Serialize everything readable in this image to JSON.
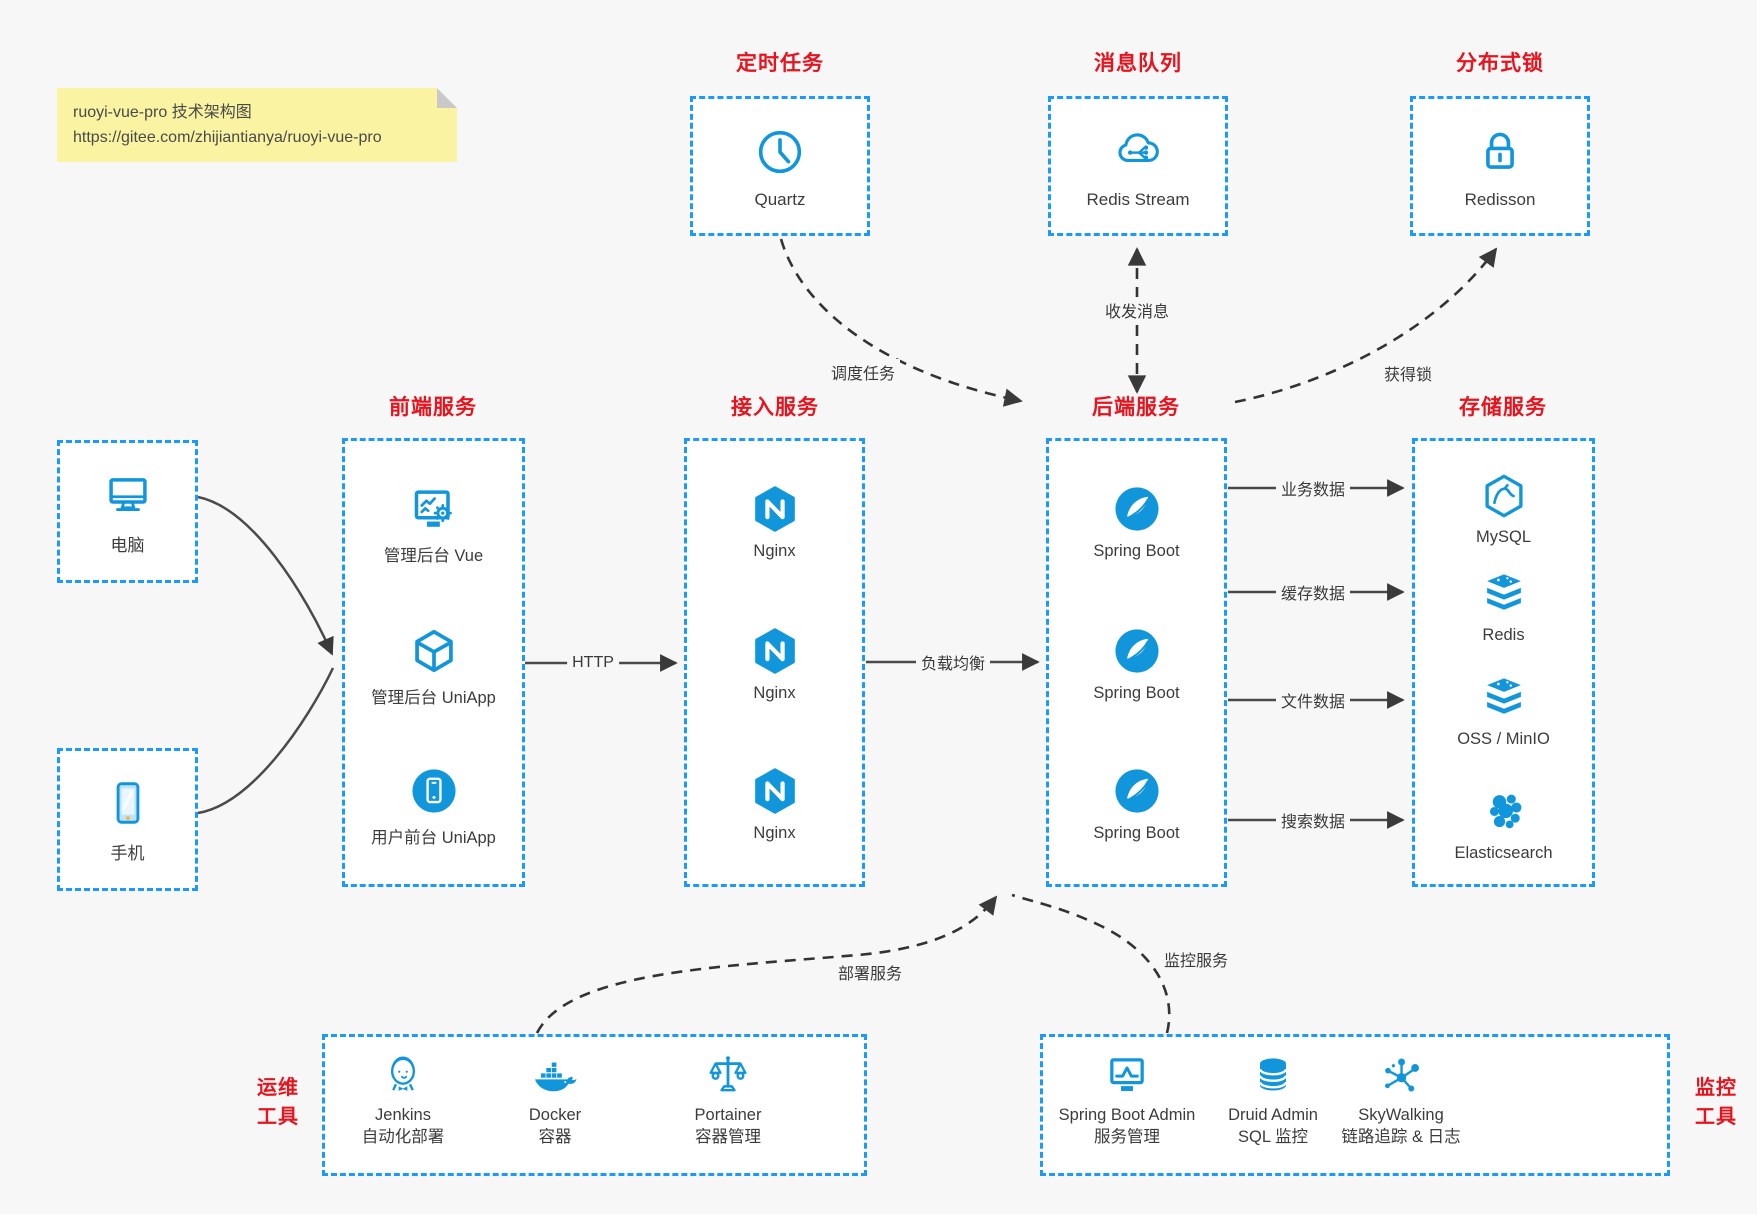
{
  "note": {
    "line1": "ruoyi-vue-pro 技术架构图",
    "line2": "https://gitee.com/zhijiantianya/ruoyi-vue-pro"
  },
  "top_boxes": [
    {
      "title": "定时任务",
      "label": "Quartz",
      "icon": "clock-icon"
    },
    {
      "title": "消息队列",
      "label": "Redis Stream",
      "icon": "cloud-network-icon"
    },
    {
      "title": "分布式锁",
      "label": "Redisson",
      "icon": "lock-icon"
    }
  ],
  "clients": [
    {
      "label": "电脑",
      "icon": "desktop-icon"
    },
    {
      "label": "手机",
      "icon": "phone-icon"
    }
  ],
  "panels": [
    {
      "title": "前端服务",
      "items": [
        {
          "label": "管理后台 Vue",
          "icon": "admin-vue-icon"
        },
        {
          "label": "管理后台 UniApp",
          "icon": "uniapp-cube-icon"
        },
        {
          "label": "用户前台 UniApp",
          "icon": "user-app-icon"
        }
      ]
    },
    {
      "title": "接入服务",
      "items": [
        {
          "label": "Nginx",
          "icon": "nginx-icon"
        },
        {
          "label": "Nginx",
          "icon": "nginx-icon"
        },
        {
          "label": "Nginx",
          "icon": "nginx-icon"
        }
      ]
    },
    {
      "title": "后端服务",
      "items": [
        {
          "label": "Spring Boot",
          "icon": "spring-icon"
        },
        {
          "label": "Spring Boot",
          "icon": "spring-icon"
        },
        {
          "label": "Spring Boot",
          "icon": "spring-icon"
        }
      ]
    },
    {
      "title": "存储服务",
      "items": [
        {
          "label": "MySQL",
          "icon": "mysql-icon"
        },
        {
          "label": "Redis",
          "icon": "redis-stack-icon"
        },
        {
          "label": "OSS / MinIO",
          "icon": "storage-stack-icon"
        },
        {
          "label": "Elasticsearch",
          "icon": "elasticsearch-icon"
        }
      ]
    }
  ],
  "tools": {
    "ops": {
      "title_lines": [
        "运维",
        "工具"
      ],
      "items": [
        {
          "label": "Jenkins",
          "sublabel": "自动化部署",
          "icon": "jenkins-icon"
        },
        {
          "label": "Docker",
          "sublabel": "容器",
          "icon": "docker-icon"
        },
        {
          "label": "Portainer",
          "sublabel": "容器管理",
          "icon": "portainer-icon"
        }
      ]
    },
    "monitor": {
      "title_lines": [
        "监控",
        "工具"
      ],
      "items": [
        {
          "label": "Spring Boot Admin",
          "sublabel": "服务管理",
          "icon": "monitor-chart-icon"
        },
        {
          "label": "Druid Admin",
          "sublabel": "SQL 监控",
          "icon": "database-icon"
        },
        {
          "label": "SkyWalking",
          "sublabel": "链路追踪 & 日志",
          "icon": "topology-icon"
        }
      ]
    }
  },
  "edges": {
    "http": "HTTP",
    "load_balance": "负载均衡",
    "schedule": "调度任务",
    "message": "收发消息",
    "lock": "获得锁",
    "business": "业务数据",
    "cache": "缓存数据",
    "file": "文件数据",
    "search": "搜索数据",
    "deploy": "部署服务",
    "monitor": "监控服务"
  },
  "colors": {
    "accent_blue": "#1a9bfc",
    "icon_blue": "#1296db",
    "title_red": "#e6141e",
    "arrow_dark": "#3a3a3a",
    "note_bg": "#faf3a1",
    "page_bg": "#f7f7f7"
  }
}
